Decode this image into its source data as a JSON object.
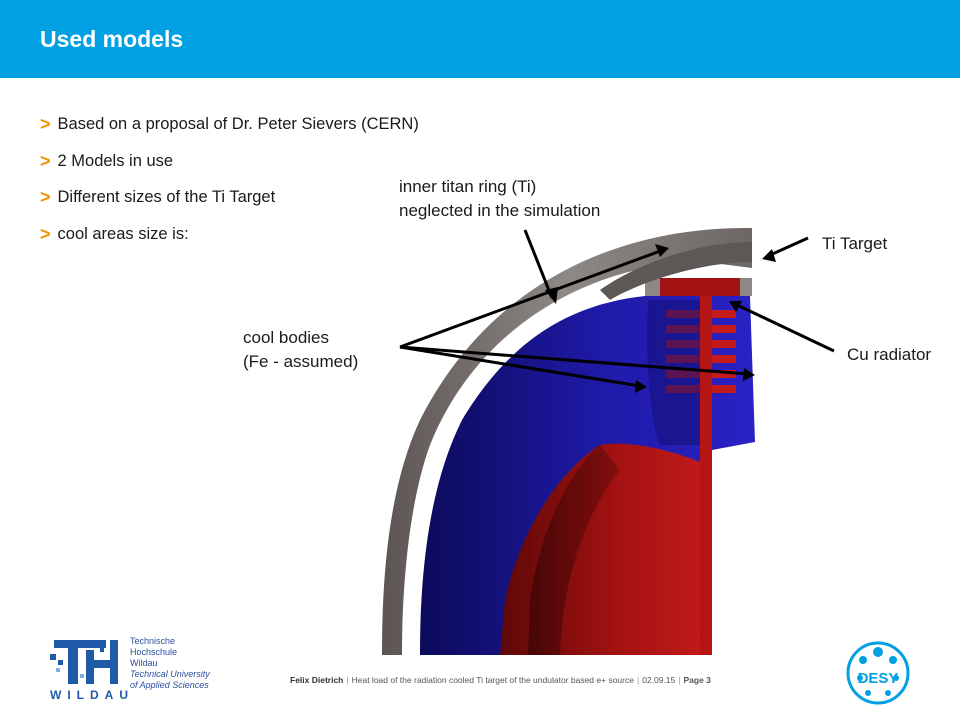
{
  "slide": {
    "title": "Used models",
    "bullets": [
      "Based on a proposal of Dr. Peter Sievers (CERN)",
      "2 Models in use",
      "Different sizes of the Ti Target",
      "cool areas size is:"
    ],
    "bullet_marker": ">"
  },
  "figure": {
    "callouts": {
      "inner_ring_line1": "inner titan ring (Ti)",
      "inner_ring_line2": "neglected in the simulation",
      "ti_target": "Ti Target",
      "cool_bodies_line1": "cool bodies",
      "cool_bodies_line2": "(Fe - assumed)",
      "cu_radiator": "Cu radiator"
    },
    "colors": {
      "titanium": "#7d7774",
      "cool_body": "#1e1a9c",
      "copper": "#a01010",
      "accent": "#00a0e3",
      "bullet": "#f39100"
    }
  },
  "footer": {
    "author": "Felix Dietrich",
    "talk_title": "Heat load of the radiation cooled Ti target of the undulator based e+ source",
    "date": "02.09.15",
    "page": "Page 3"
  },
  "logos": {
    "th_wildau": {
      "lines": [
        "Technische",
        "Hochschule",
        "Wildau",
        "Technical University",
        "of Applied Sciences"
      ],
      "wordmark": "WILDAU"
    },
    "desy": "DESY"
  }
}
